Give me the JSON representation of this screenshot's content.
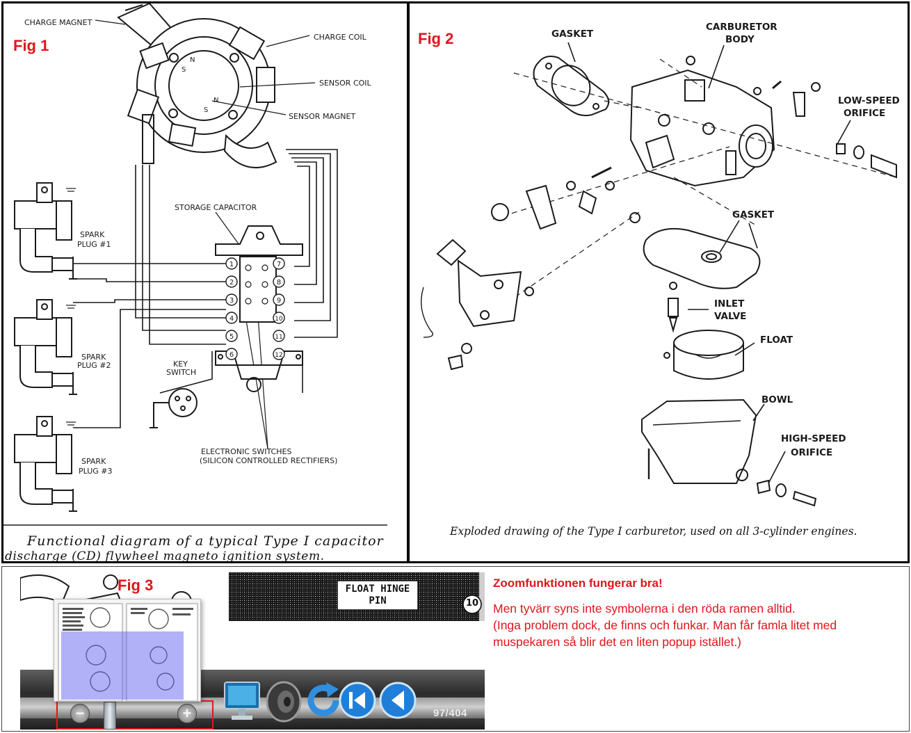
{
  "fig1": {
    "label": "Fig 1",
    "labels": {
      "charge_magnet": "CHARGE MAGNET",
      "charge_coil": "CHARGE COIL",
      "sensor_coil": "SENSOR COIL",
      "sensor_magnet": "SENSOR MAGNET",
      "storage_capacitor": "STORAGE CAPACITOR",
      "spark_plug_word": "SPARK",
      "plug_1": "PLUG #1",
      "plug_2": "PLUG #2",
      "plug_3": "PLUG #3",
      "key_switch_1": "KEY",
      "key_switch_2": "SWITCH",
      "electronic_switches": "ELECTRONIC SWITCHES",
      "scr": "(SILICON CONTROLLED RECTIFIERS)",
      "magnet_s1": "S",
      "magnet_n1": "N",
      "magnet_s2": "S",
      "magnet_n2": "N"
    },
    "terminals": [
      "1",
      "2",
      "3",
      "4",
      "5",
      "6",
      "7",
      "8",
      "9",
      "10",
      "11",
      "12"
    ],
    "caption_line1": "Functional  diagram  of  a  typical  Type I  capacitor",
    "caption_line2": "discharge (CD) flywheel magneto ignition system."
  },
  "fig2": {
    "label": "Fig 2",
    "labels": {
      "gasket_top": "GASKET",
      "carburetor_body_1": "CARBURETOR",
      "carburetor_body_2": "BODY",
      "low_speed_1": "LOW-SPEED",
      "low_speed_2": "ORIFICE",
      "gasket_mid": "GASKET",
      "inlet_valve_1": "INLET",
      "inlet_valve_2": "VALVE",
      "float": "FLOAT",
      "bowl": "BOWL",
      "high_speed_1": "HIGH-SPEED",
      "high_speed_2": "ORIFICE"
    },
    "caption": "Exploded drawing of the Type I carburetor, used on all 3-cylinder engines."
  },
  "fig3": {
    "label": "Fig 3",
    "float_hinge_1": "FLOAT HINGE",
    "float_hinge_2": "PIN",
    "callout_number": "10",
    "page_counter": "97/404",
    "icons": [
      "zoom-out-icon",
      "zoom-in-icon",
      "monitor-icon",
      "speaker-icon",
      "refresh-icon",
      "first-page-icon",
      "previous-page-icon"
    ]
  },
  "note": {
    "heading": "Zoomfunktionen fungerar bra!",
    "line1": "Men tyvärr syns inte symbolerna i den röda ramen alltid.",
    "line2": "(Inga problem dock, de finns och funkar. Man får famla litet med",
    "line3": "muspekaren så blir det en liten popup istället.)"
  },
  "colors": {
    "accent_red": "#e0151b",
    "highlight_blue": "#5c5cf0",
    "toolbar_dark": "#2b2b2b"
  }
}
